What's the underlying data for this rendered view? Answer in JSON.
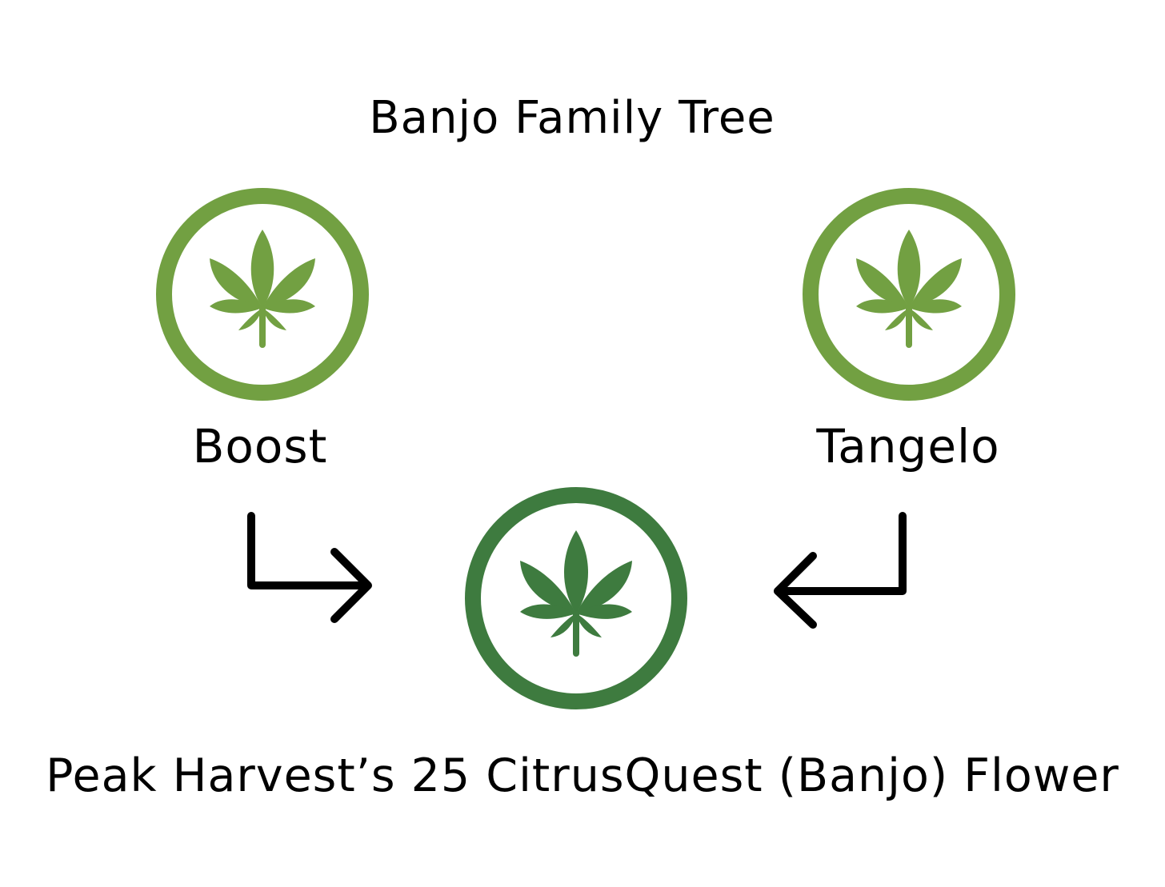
{
  "diagram": {
    "title": "Banjo Family Tree",
    "parents": [
      {
        "label": "Boost",
        "icon": "cannabis-leaf-icon"
      },
      {
        "label": "Tangelo",
        "icon": "cannabis-leaf-icon"
      }
    ],
    "child": {
      "label": "Peak Harvest’s 25 CitrusQuest (Banjo) Flower",
      "icon": "cannabis-leaf-icon"
    },
    "colors": {
      "parent_green": "#72a042",
      "child_green": "#3e7b3f",
      "arrow": "#000000"
    }
  }
}
